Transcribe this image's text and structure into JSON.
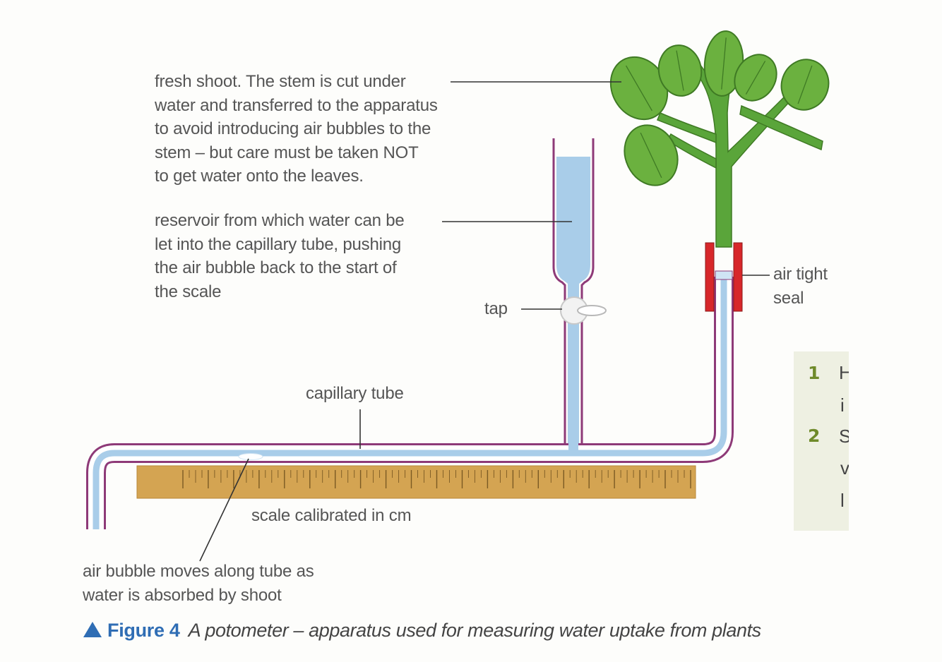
{
  "labels": {
    "fresh_shoot": [
      "fresh shoot. The stem is cut under",
      "water and transferred to the apparatus",
      "to avoid introducing air bubbles to the",
      "stem – but care must be taken NOT",
      "to get water onto the leaves."
    ],
    "reservoir": [
      "reservoir from which water can be",
      "let into the capillary tube, pushing",
      "the air bubble back to the start of",
      "the scale"
    ],
    "tap": "tap",
    "seal": [
      "air tight",
      "seal"
    ],
    "capillary_tube": "capillary tube",
    "scale": "scale calibrated in cm",
    "air_bubble": [
      "air bubble moves along tube as",
      "water is absorbed by shoot"
    ]
  },
  "side_panel": {
    "q1_number": "1",
    "q1_text": "H",
    "q1_cont": "i",
    "q2_number": "2",
    "q2_text": "S",
    "q2_cont1": "v",
    "q2_cont2": "l"
  },
  "caption": {
    "figure": "Figure 4",
    "text": "A potometer – apparatus used for measuring water uptake from plants"
  },
  "colors": {
    "water": "#a9cde9",
    "tube_outline": "#8e3a78",
    "leaf": "#6bb13f",
    "leaf_outline": "#3f7a24",
    "stem": "#5aa53a",
    "seal": "#d7272a",
    "scale": "#d4a452",
    "caption_blue": "#2f6db4",
    "panel_bg": "#eef0e2",
    "question_green": "#6f8a2a"
  },
  "icons": [
    "caption-triangle-icon"
  ]
}
